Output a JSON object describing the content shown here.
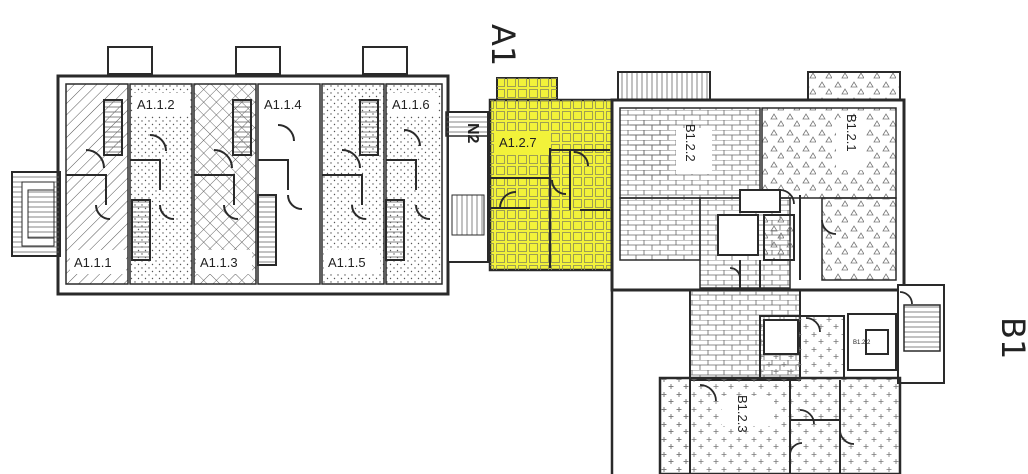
{
  "building_labels": {
    "a1": "A1",
    "b1": "B1"
  },
  "units": {
    "a111": "A1.1.1",
    "a112": "A1.1.2",
    "a113": "A1.1.3",
    "a114": "A1.1.4",
    "a115": "A1.1.5",
    "a116": "A1.1.6",
    "a127": "A1.2.7",
    "b121": "B1.2.1",
    "b122": "B1.2.2",
    "b123": "B1.2.3",
    "b122_small": "B1.2.2"
  },
  "marker": {
    "text": "N2"
  },
  "colors": {
    "highlight": "#f2f23a",
    "line": "#2a2a2a",
    "background": "#ffffff"
  }
}
